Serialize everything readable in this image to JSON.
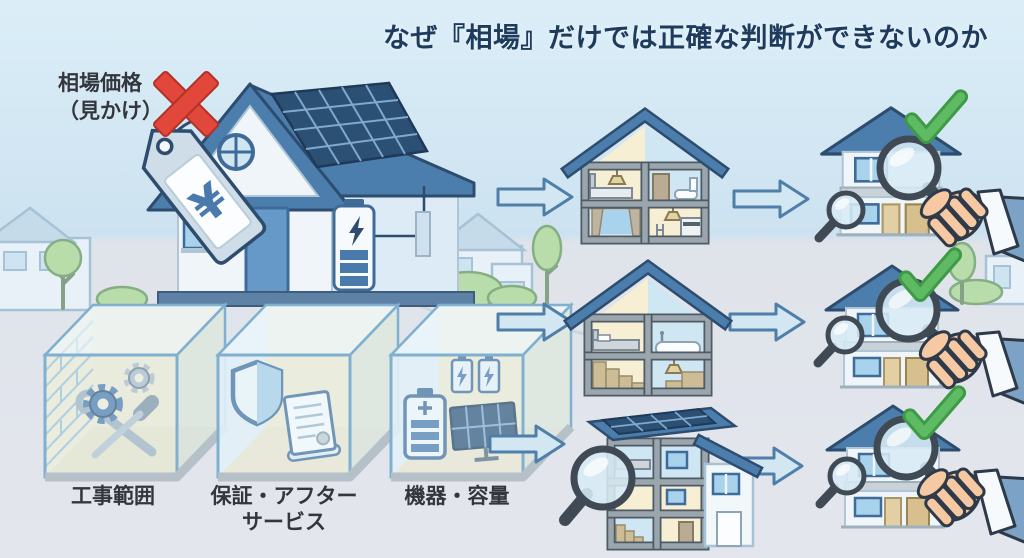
{
  "title": "なぜ『相場』だけでは正確な判断ができないのか",
  "price_tag": {
    "caption_line1": "相場価格",
    "caption_line2": "（見かけ）",
    "currency_symbol": "¥"
  },
  "factors": [
    {
      "label_line1": "工事範囲",
      "label_line2": ""
    },
    {
      "label_line1": "保証・アフター",
      "label_line2": "サービス"
    },
    {
      "label_line1": "機器・容量",
      "label_line2": ""
    }
  ],
  "colors": {
    "sky_top": "#dbeef8",
    "sky_bottom": "#cde2f0",
    "ground": "#e3e6ed",
    "title_text": "#1e3a5c",
    "label_text": "#33373d",
    "red_x": "#e2473c",
    "check_green": "#5fbb63",
    "check_green_dark": "#3f9a46",
    "roof_blue": "#4b7dad",
    "roof_edge": "#2e4d6e",
    "solar_dark": "#2c4f74",
    "solar_grid": "#7fa9cf",
    "accent_blue": "#4a7aab",
    "arrow_fill": "#d3e7f3",
    "arrow_edge": "#4f7ea8",
    "glass_edge": "#7fb0cf",
    "interior_yellow": "#f6efd4",
    "interior_blue": "#cfe6f3",
    "skin": "#f7c9a2",
    "sleeve": "#7ca3c6",
    "outline_dark": "#2e3a4a",
    "rim": "#3f4a55",
    "tag_body": "#cfdde8"
  }
}
